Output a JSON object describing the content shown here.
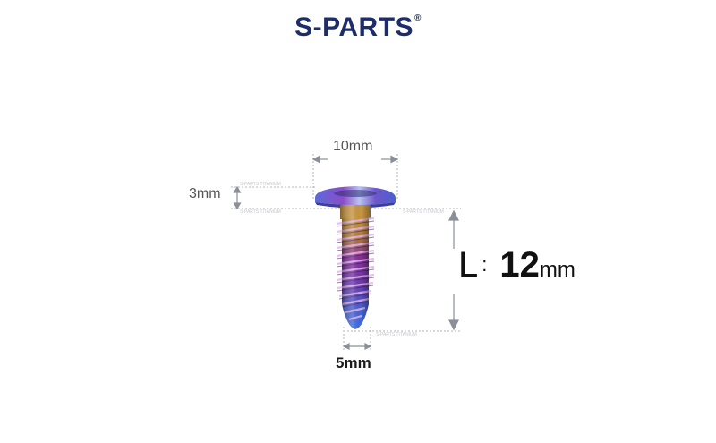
{
  "brand": {
    "name": "S-PARTS",
    "registered": "®"
  },
  "dimensions": {
    "head_diameter": "10mm",
    "head_height": "3mm",
    "shank_diameter": "5mm",
    "length_label": "L",
    "length_separator": ":",
    "length_value": "12",
    "length_unit": "mm"
  },
  "watermark": "S-PARTS TITANIUM",
  "colors": {
    "brand": "#1d2d6b",
    "arrow": "#8a8f99",
    "screw_blue": "#4a5fd0",
    "screw_purple": "#8a2d9a",
    "screw_gold": "#c89640"
  }
}
